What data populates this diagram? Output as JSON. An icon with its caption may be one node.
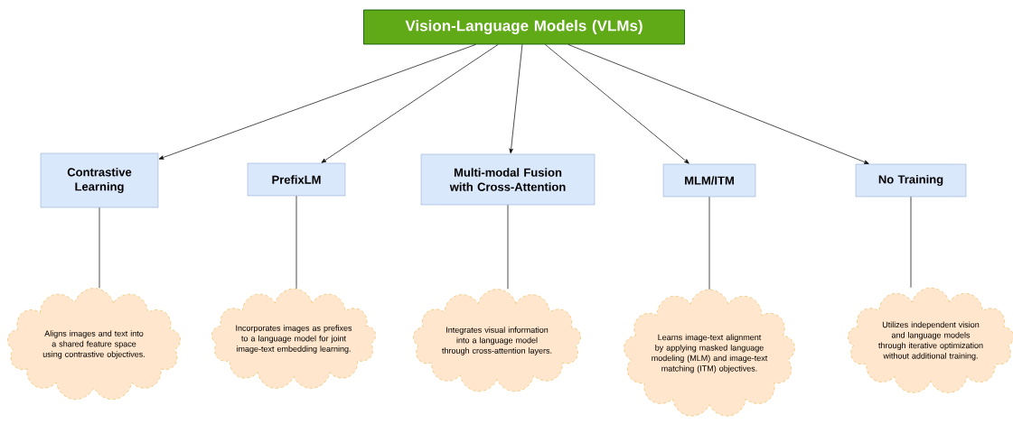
{
  "diagram": {
    "nodes": [
      {
        "text": [
          "Vision-Language Models (VLMs)"
        ]
      },
      {
        "text": [
          "Contrastive Learning"
        ]
      },
      {
        "text": [
          "PrefixLM"
        ]
      },
      {
        "text": [
          "Multi-modal Fusion with Cross-Attention"
        ]
      },
      {
        "text": [
          "MLM/ITM"
        ]
      },
      {
        "text": [
          "No Training"
        ]
      },
      {
        "text": [
          "Aligns images and text into a shared feature space using contrastive objectives."
        ]
      },
      {
        "text": [
          "Incorporates images as prefixes to a language model for joint image-text embedding learning."
        ]
      },
      {
        "text": [
          "Integrates visual information into a language model through cross-attention layers."
        ]
      },
      {
        "text": [
          "Learns image-text alignment by applying masked language modeling (MLM) and image-text matching (ITM) objectives."
        ]
      },
      {
        "text": [
          "Utilizes independent vision and language models through iterative optimization without additional training."
        ]
      }
    ],
    "edges": [
      {
        "from": 0,
        "to": 1,
        "arrow": "to"
      },
      {
        "from": 0,
        "to": 2,
        "arrow": "to"
      },
      {
        "from": 0,
        "to": 3,
        "arrow": "to"
      },
      {
        "from": 0,
        "to": 4,
        "arrow": "to"
      },
      {
        "from": 0,
        "to": 5,
        "arrow": "to"
      },
      {
        "from": 1,
        "to": 6,
        "arrow": "none"
      },
      {
        "from": 2,
        "to": 7,
        "arrow": "none"
      },
      {
        "from": 3,
        "to": 8,
        "arrow": "none"
      },
      {
        "from": 4,
        "to": 9,
        "arrow": "none"
      },
      {
        "from": 5,
        "to": 10,
        "arrow": "none"
      }
    ]
  }
}
